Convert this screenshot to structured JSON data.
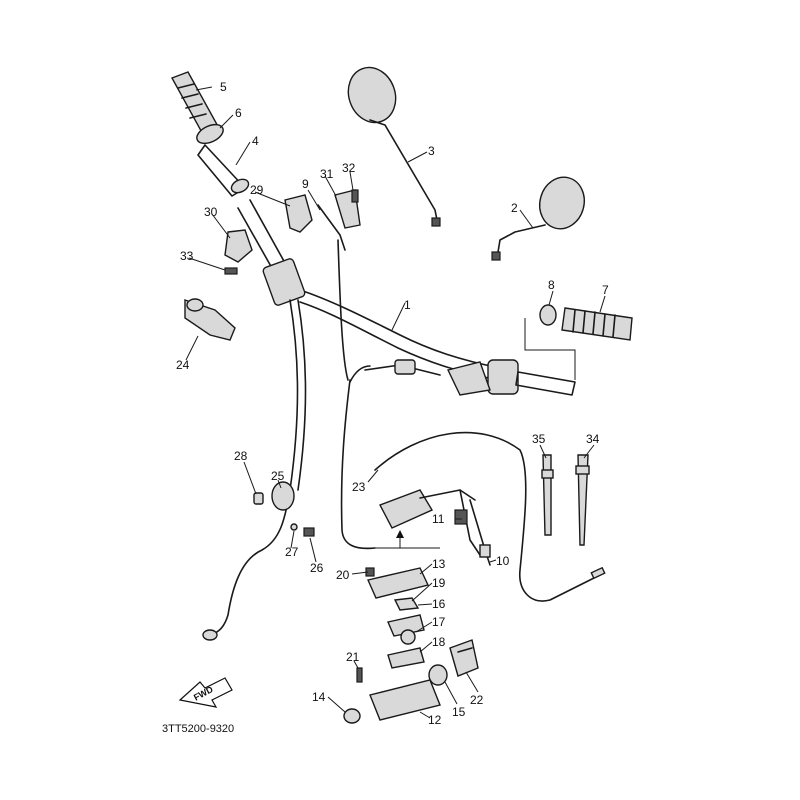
{
  "diagram": {
    "drawing_code": "3TT5200-9320",
    "fwd_label": "FWD",
    "callouts": [
      {
        "n": "1"
      },
      {
        "n": "2"
      },
      {
        "n": "3"
      },
      {
        "n": "4"
      },
      {
        "n": "5"
      },
      {
        "n": "6"
      },
      {
        "n": "7"
      },
      {
        "n": "8"
      },
      {
        "n": "9"
      },
      {
        "n": "10"
      },
      {
        "n": "11"
      },
      {
        "n": "12"
      },
      {
        "n": "13"
      },
      {
        "n": "14"
      },
      {
        "n": "15"
      },
      {
        "n": "16"
      },
      {
        "n": "17"
      },
      {
        "n": "18"
      },
      {
        "n": "19"
      },
      {
        "n": "20"
      },
      {
        "n": "21"
      },
      {
        "n": "22"
      },
      {
        "n": "23"
      },
      {
        "n": "24"
      },
      {
        "n": "25"
      },
      {
        "n": "26"
      },
      {
        "n": "27"
      },
      {
        "n": "28"
      },
      {
        "n": "29"
      },
      {
        "n": "30"
      },
      {
        "n": "31"
      },
      {
        "n": "32"
      },
      {
        "n": "33"
      },
      {
        "n": "34"
      },
      {
        "n": "35"
      }
    ]
  }
}
